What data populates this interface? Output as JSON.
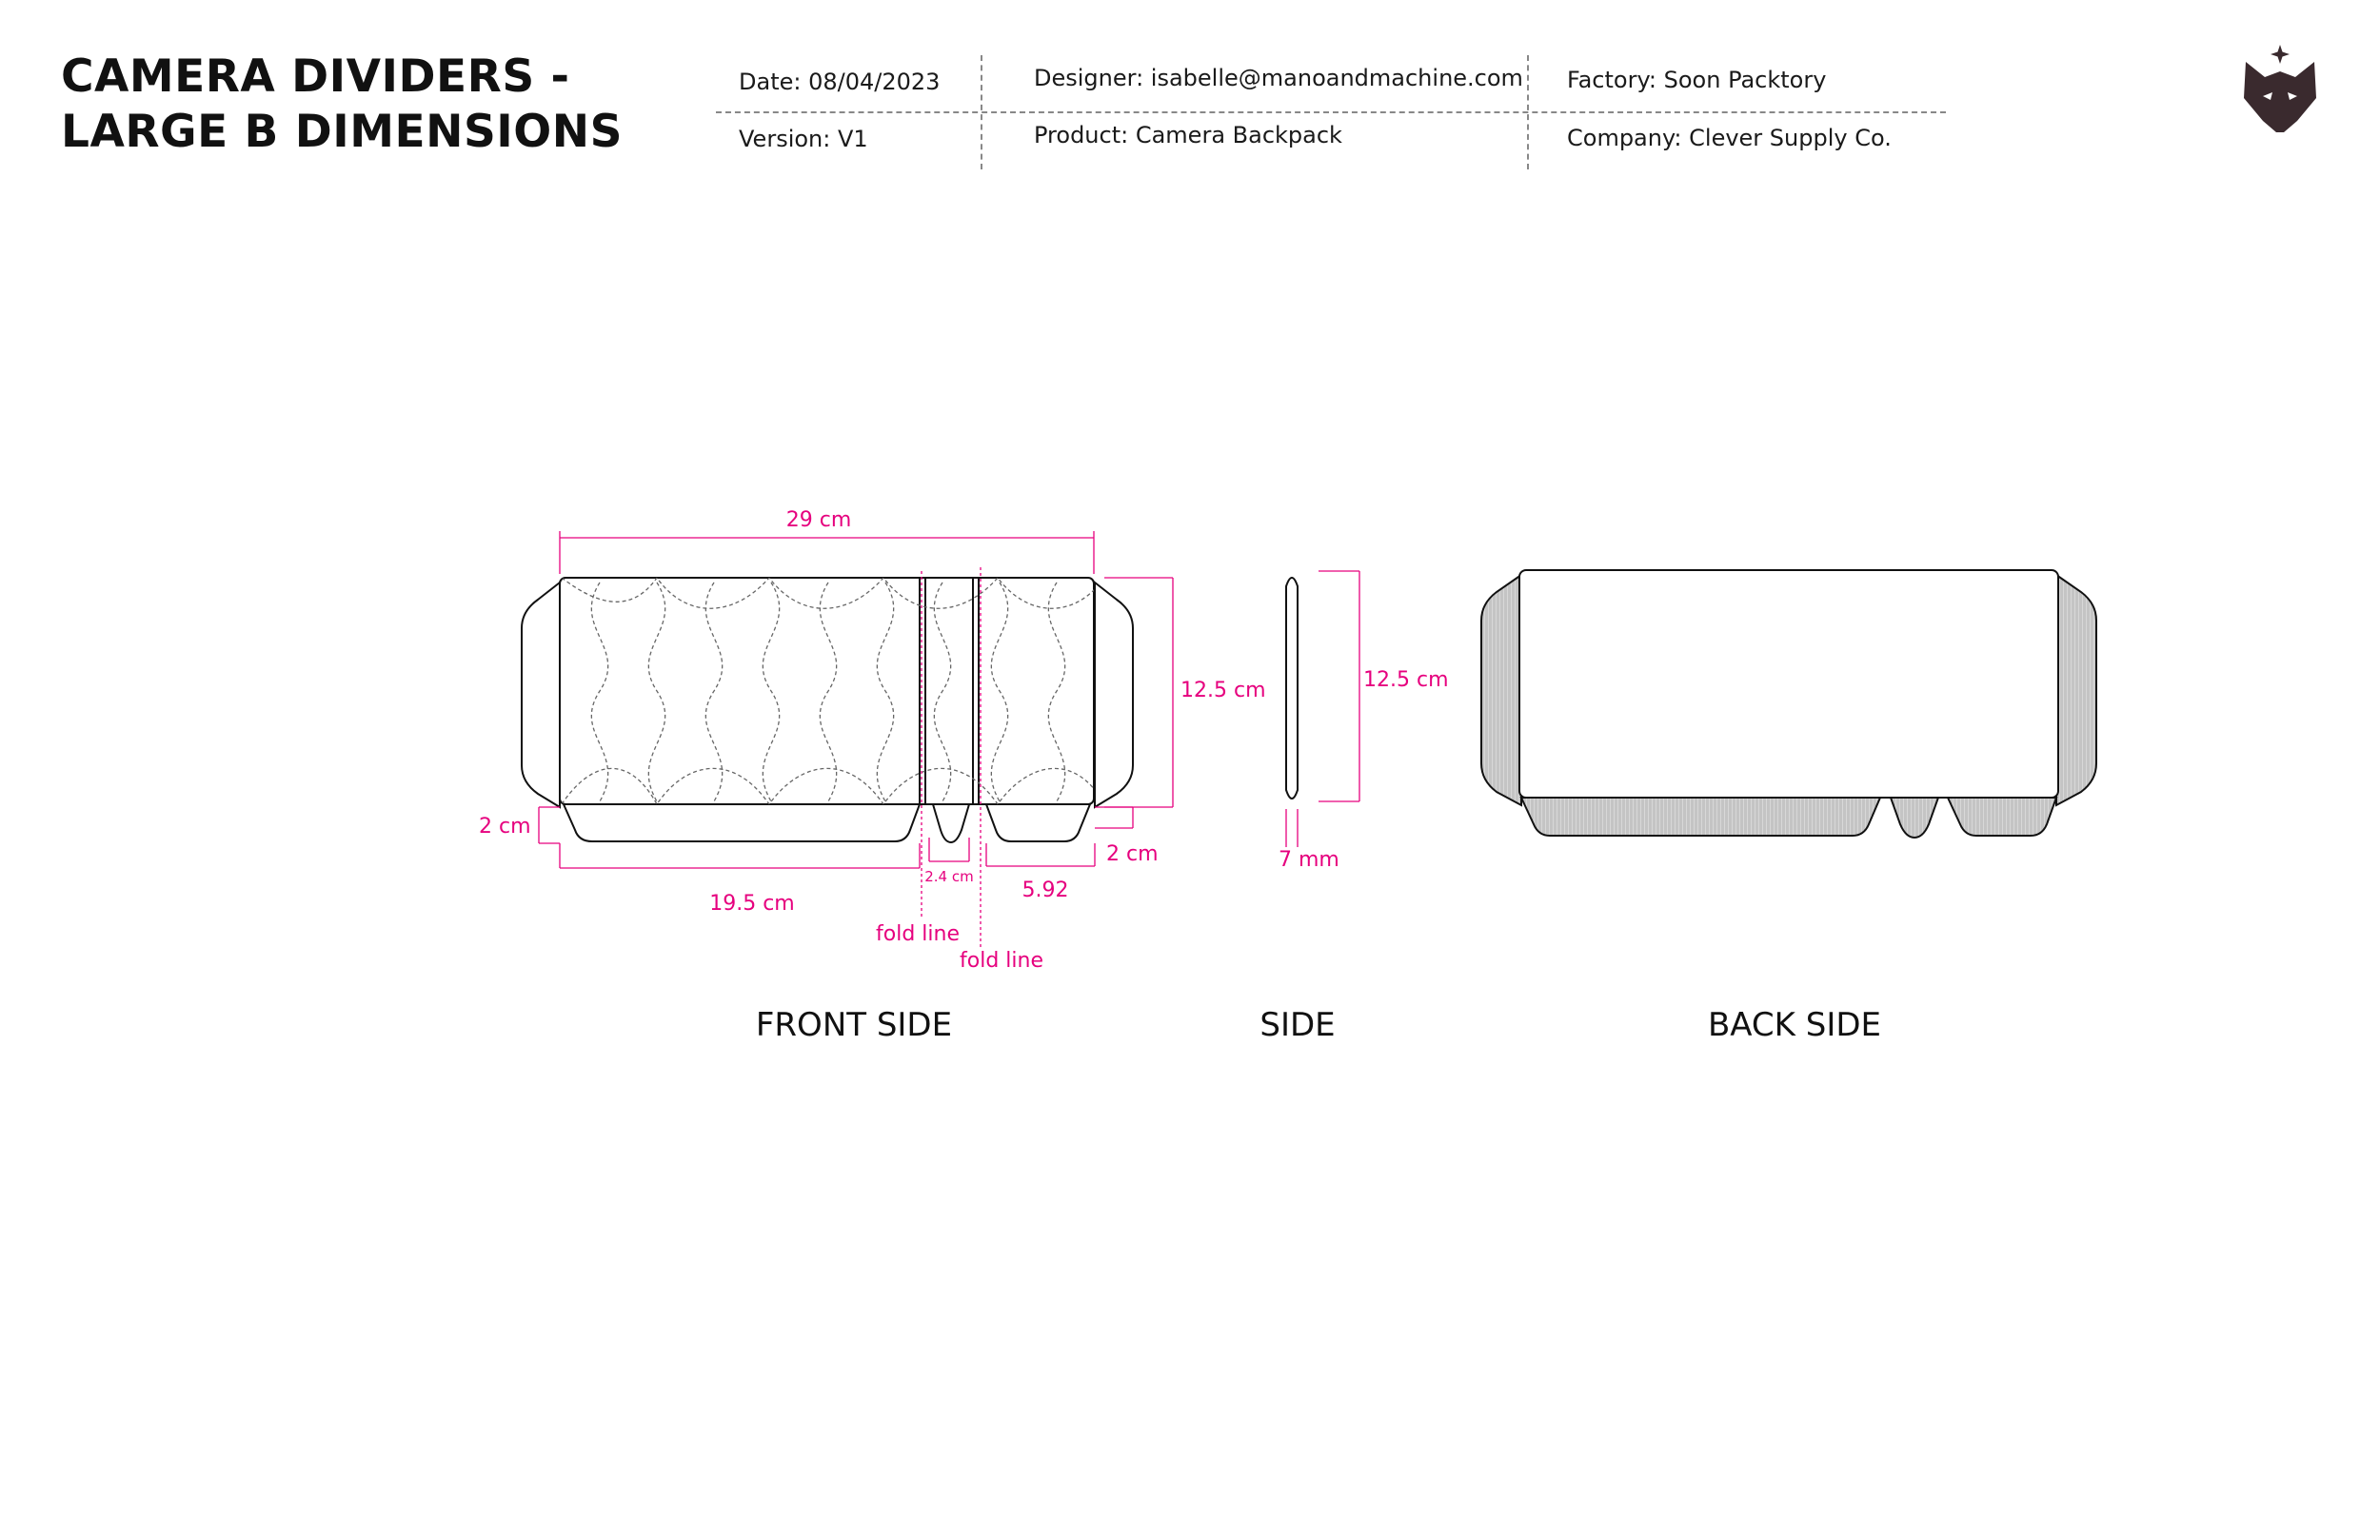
{
  "title": {
    "line1": "CAMERA DIVIDERS -",
    "line2": "LARGE B DIMENSIONS"
  },
  "meta": {
    "date": "Date: 08/04/2023",
    "version": "Version: V1",
    "designer": "Designer: isabelle@manoandmachine.com",
    "product": "Product: Camera Backpack",
    "factory": "Factory: Soon Packtory",
    "company": "Company: Clever Supply Co."
  },
  "logo_icon": "fox-head-star-icon",
  "colors": {
    "dimension": "#e6007e",
    "outline": "#111111",
    "logo": "#3a2a2e",
    "stitch": "#666666",
    "hatch": "#c8c8c8"
  },
  "dimensions": {
    "width_total": "29 cm",
    "height_front": "12.5 cm",
    "height_side": "12.5 cm",
    "flap_left": "2 cm",
    "flap_right": "2 cm",
    "panel_left": "19.5 cm",
    "gap_middle": "2.4 cm",
    "panel_right": "5.92",
    "thickness": "7 mm",
    "fold_line_1": "fold line",
    "fold_line_2": "fold line"
  },
  "views": {
    "front": "FRONT SIDE",
    "side": "SIDE",
    "back": "BACK SIDE"
  }
}
